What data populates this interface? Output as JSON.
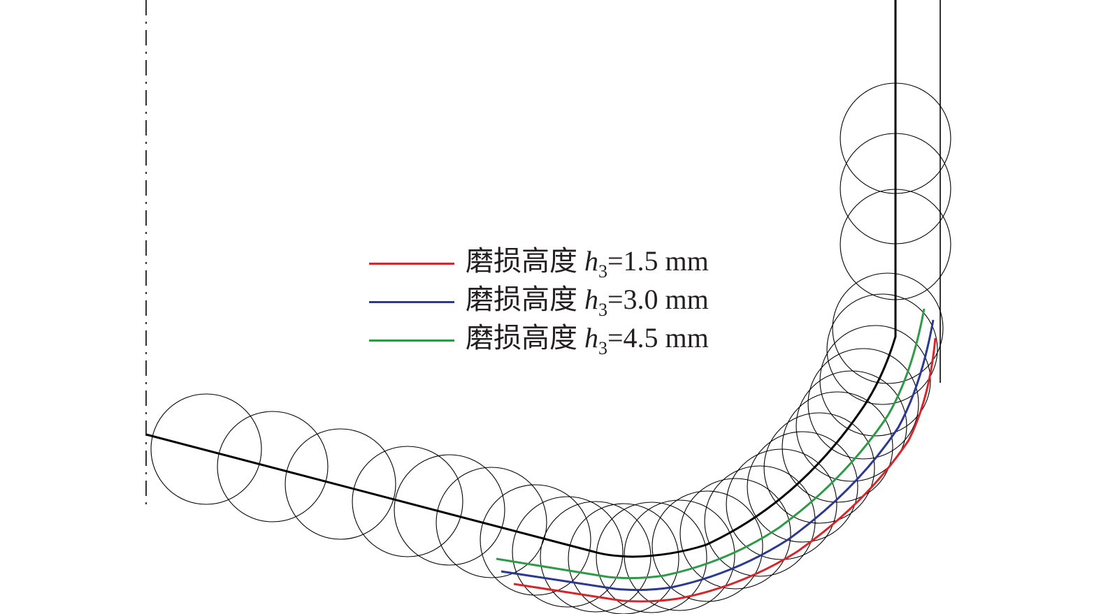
{
  "legend": {
    "items": [
      {
        "label": "磨损高度",
        "symbol": "h",
        "subscript": "3",
        "value": "=1.5 mm",
        "color": "#d7262b"
      },
      {
        "label": "磨损高度",
        "symbol": "h",
        "subscript": "3",
        "value": "=3.0 mm",
        "color": "#2b3a8f"
      },
      {
        "label": "磨损高度",
        "symbol": "h",
        "subscript": "3",
        "value": "=4.5 mm",
        "color": "#2e9a47"
      }
    ]
  },
  "colors": {
    "profile": "#000000",
    "circles": "#000000",
    "wear_red": "#d7262b",
    "wear_blue": "#2b3a8f",
    "wear_green": "#2e9a47"
  }
}
